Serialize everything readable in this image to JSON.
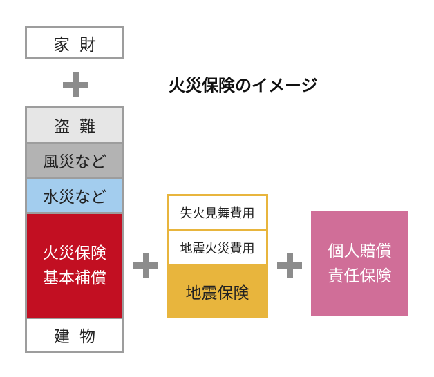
{
  "title": "火災保険のイメージ",
  "property": {
    "label": "家財"
  },
  "building_stack": {
    "layers": {
      "theft": "盗難",
      "wind": "風災など",
      "water": "水災など",
      "fire_line1": "火災保険",
      "fire_line2": "基本補償",
      "building": "建物"
    }
  },
  "earthquake_group": {
    "item1": "失火見舞費用",
    "item2": "地震火災費用",
    "item3": "地震保険"
  },
  "liability": {
    "line1": "個人賠償",
    "line2": "責任保険"
  },
  "colors": {
    "border_gray": "#9d9d9d",
    "theft_bg": "#e6e6e6",
    "wind_bg": "#b3b3b3",
    "water_bg": "#a3cdee",
    "fire_bg": "#c20f22",
    "earthquake_bg": "#e8b53d",
    "liability_bg": "#d06e98",
    "plus_gray": "#8c8c8c"
  }
}
